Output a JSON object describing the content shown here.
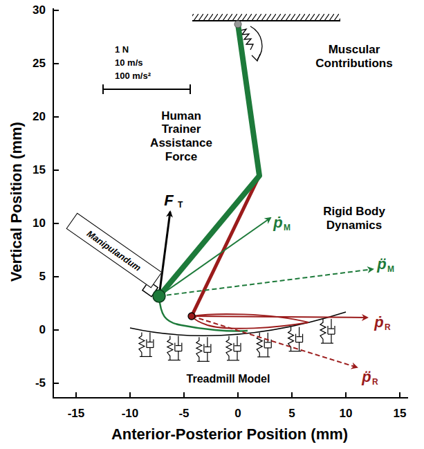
{
  "diagram": {
    "nodes": [
      {
        "text": [
          "Manipulandum"
        ]
      }
    ],
    "edges": [],
    "labels": [
      "30",
      "25",
      "20",
      "15",
      "10",
      "5",
      "0",
      "-5",
      "-15",
      "-10",
      "-5",
      "0",
      "5",
      "10",
      "15",
      "Vertical Position (mm)",
      "Anterior-Posterior Position (mm)",
      "1 N",
      "10 m/s",
      "100 m/s²",
      "Muscular Contributions",
      "Human Trainer Assistance Force",
      "Rigid Body Dynamics",
      "Treadmill Model",
      "F",
      "T",
      "ṗ",
      "M",
      "p̈",
      "M",
      "ṗ",
      "R",
      "p̈",
      "R"
    ]
  }
}
